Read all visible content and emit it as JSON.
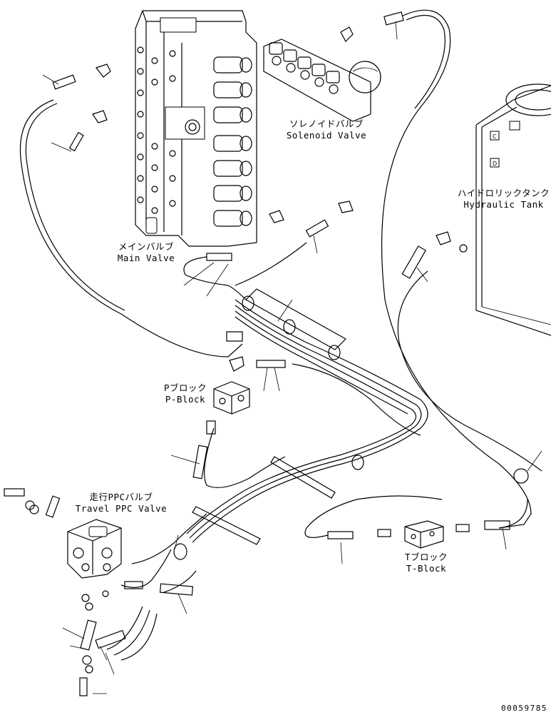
{
  "labels": {
    "solenoid_valve_jp": "ソレノイドバルブ",
    "solenoid_valve_en": "Solenoid Valve",
    "hydraulic_tank_jp": "ハイドロリックタンク",
    "hydraulic_tank_en": "Hydraulic Tank",
    "main_valve_jp": "メインバルブ",
    "main_valve_en": "Main Valve",
    "p_block_jp": "Pブロック",
    "p_block_en": "P-Block",
    "travel_ppc_valve_jp": "走行PPCバルブ",
    "travel_ppc_valve_en": "Travel PPC Valve",
    "t_block_jp": "Tブロック",
    "t_block_en": "T-Block",
    "drawing_number": "00059785"
  }
}
